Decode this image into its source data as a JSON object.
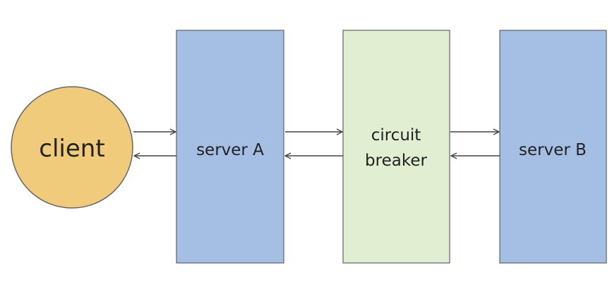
{
  "diagram": {
    "nodes": {
      "client": {
        "label": "client",
        "shape": "circle",
        "fill": "#F0CB7C",
        "stroke": "#666666"
      },
      "server_a": {
        "label": "server A",
        "shape": "rect",
        "fill": "#A5BEE3",
        "stroke": "#5F6368"
      },
      "circuit_breaker": {
        "label_line1": "circuit",
        "label_line2": "breaker",
        "shape": "rect",
        "fill": "#E1EED1",
        "stroke": "#5F6368"
      },
      "server_b": {
        "label": "server B",
        "shape": "rect",
        "fill": "#A5BEE3",
        "stroke": "#5F6368"
      }
    },
    "edges": [
      {
        "from": "client",
        "to": "server A",
        "direction": "request"
      },
      {
        "from": "server A",
        "to": "client",
        "direction": "response"
      },
      {
        "from": "server A",
        "to": "circuit breaker",
        "direction": "request"
      },
      {
        "from": "circuit breaker",
        "to": "server A",
        "direction": "response"
      },
      {
        "from": "circuit breaker",
        "to": "server B",
        "direction": "request"
      },
      {
        "from": "server B",
        "to": "circuit breaker",
        "direction": "response"
      }
    ],
    "arrow_color": "#444444"
  }
}
